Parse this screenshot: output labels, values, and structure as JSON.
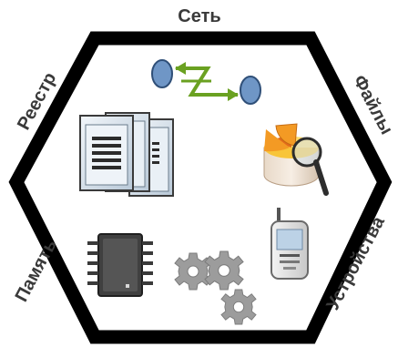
{
  "labels": {
    "top": "Сеть",
    "upper_left": "Реестр",
    "upper_right": "Файлы",
    "lower_left": "Память",
    "lower_right": "Устройства"
  },
  "icons": [
    "network-icon",
    "registry-windows-icon",
    "file-analysis-icon",
    "memory-chip-icon",
    "gears-icon",
    "mobile-phone-icon"
  ],
  "colors": {
    "hexagon_stroke": "#000000",
    "network_nodes": "#6f96c6",
    "network_arrows": "#6aa121",
    "chart_orange": "#f39a24",
    "chart_yellow": "#f8c53a",
    "gear_gray": "#9a9a9a",
    "chip_dark": "#404040"
  }
}
